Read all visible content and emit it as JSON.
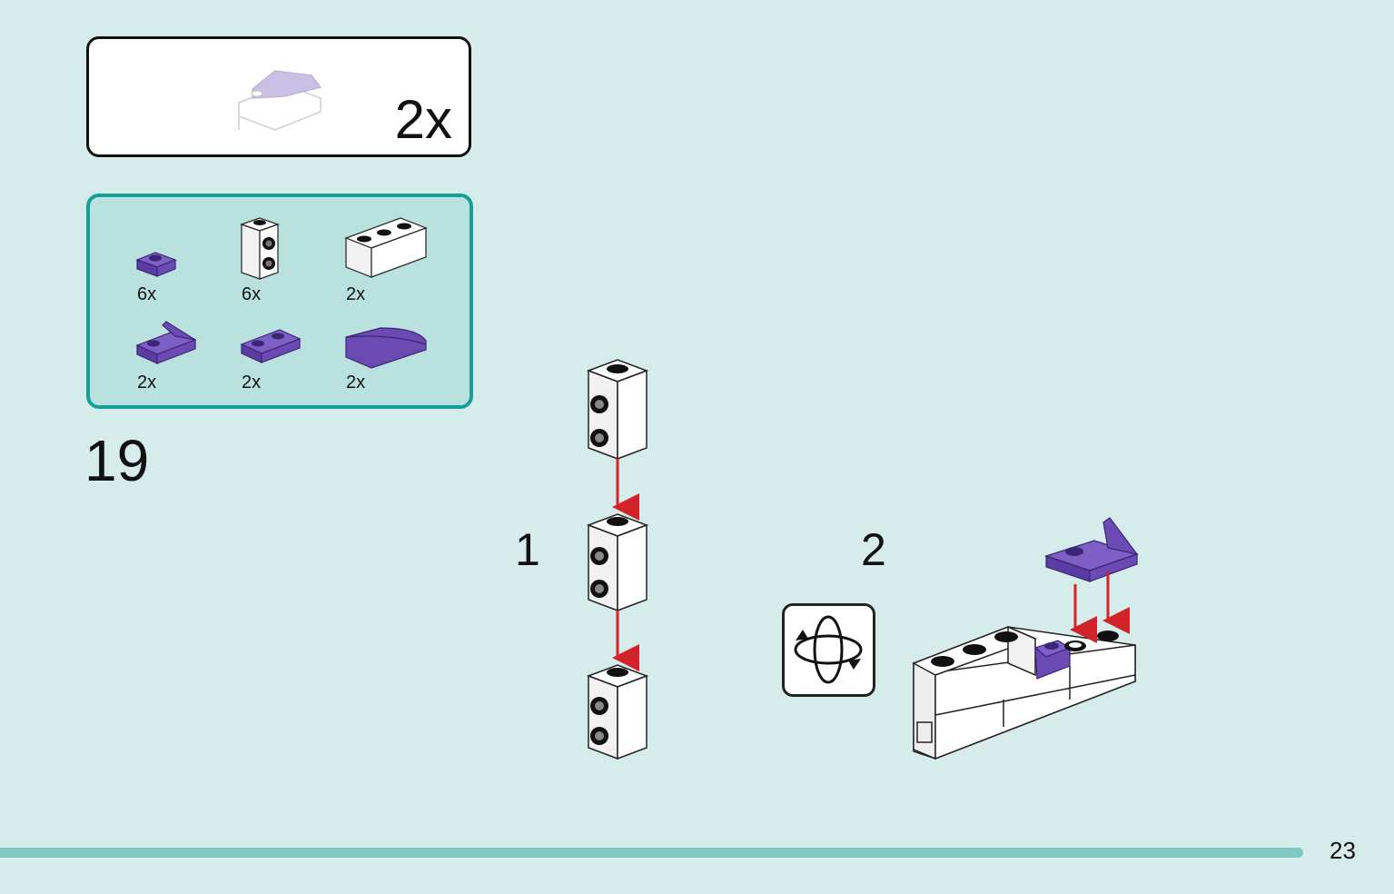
{
  "submodel": {
    "count": "2x"
  },
  "parts": [
    {
      "qty": "6x",
      "icon": "purple-1x1-plate-icon"
    },
    {
      "qty": "6x",
      "icon": "white-1x1-brick-studs-side-icon"
    },
    {
      "qty": "2x",
      "icon": "white-1x3-brick-icon"
    },
    {
      "qty": "2x",
      "icon": "purple-1x2-plate-bracket-icon"
    },
    {
      "qty": "2x",
      "icon": "purple-1x2-plate-icon"
    },
    {
      "qty": "2x",
      "icon": "purple-1x3-curved-slope-icon"
    }
  ],
  "step": {
    "number": "19"
  },
  "substeps": [
    {
      "number": "1"
    },
    {
      "number": "2"
    }
  ],
  "rotate_icon": "rotate-model-icon",
  "page": {
    "number": "23"
  },
  "colors": {
    "background": "#d6ecea",
    "parts_panel": "#b9e1dd",
    "parts_border": "#169e9b",
    "purple": "#6b4bb3",
    "arrow_red": "#d2232a",
    "page_bar": "#7ec8c3"
  }
}
